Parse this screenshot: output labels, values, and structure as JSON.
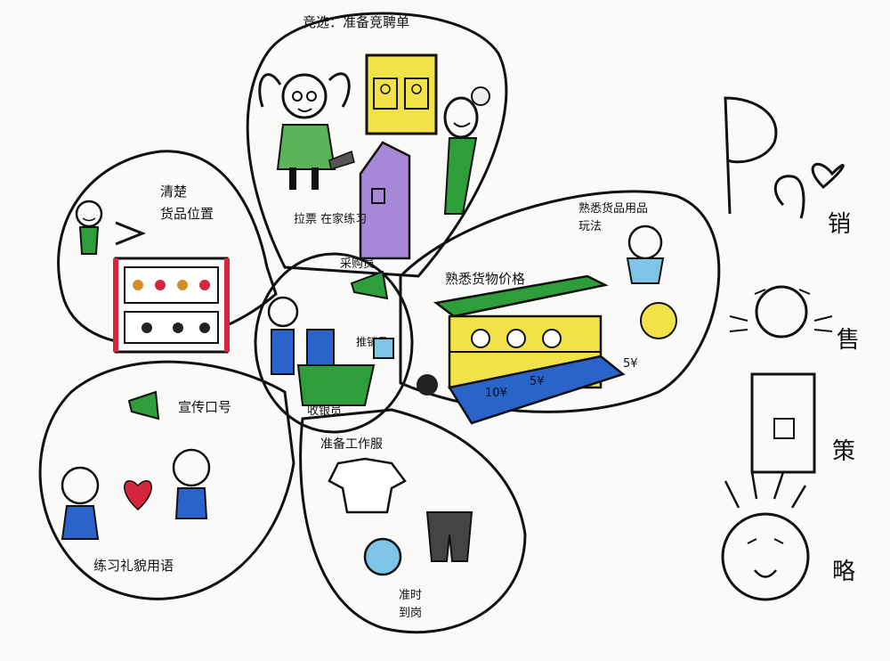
{
  "petals": {
    "top": {
      "title": "竞选：准备竞聘单",
      "note": "拉票 在家练习"
    },
    "upper_left": {
      "title_line1": "清楚",
      "title_line2": "货品位置"
    },
    "right": {
      "title": "熟悉货物价格",
      "note_line1": "熟悉货品用品",
      "note_line2": "玩法",
      "prices": [
        "10¥",
        "5¥",
        "5¥"
      ]
    },
    "lower_left": {
      "title": "宣传口号",
      "caption": "练习礼貌用语"
    },
    "bottom": {
      "title": "准备工作服",
      "caption_line1": "准时",
      "caption_line2": "到岗"
    }
  },
  "center": {
    "buyer_label": "采购员",
    "sales_label": "推销员",
    "cashier_label": "收银员"
  },
  "side_title": {
    "chars": [
      "销",
      "售",
      "策",
      "略"
    ]
  },
  "colors": {
    "green": "#2e9e3a",
    "blue": "#2a63c9",
    "yellow": "#f2e24a",
    "purple": "#a688d6",
    "red": "#d6263d",
    "lightblue": "#7dc4e6"
  }
}
